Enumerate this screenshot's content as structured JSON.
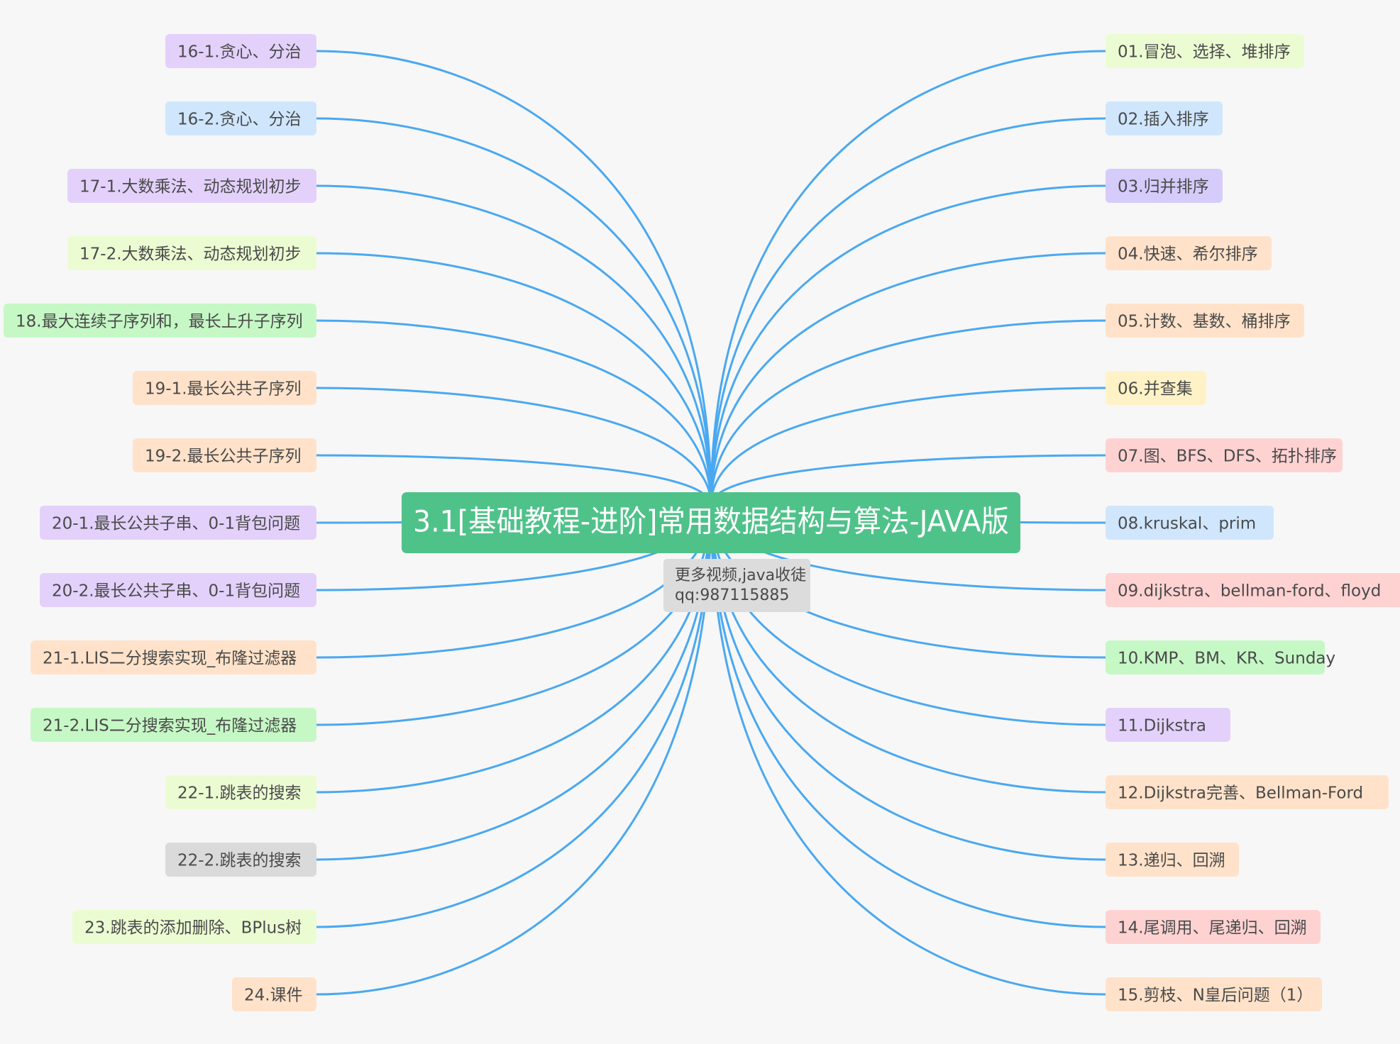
{
  "central": {
    "title": "3.1[基础教程-进阶]常用数据结构与算法-JAVA版"
  },
  "note": {
    "lines": [
      "更多视频,java收徒",
      "qq:987115885"
    ]
  },
  "colors": {
    "background": "#f7f7f7",
    "connector": "#4aa8f0",
    "central": "#4fc28a",
    "note": "#dcdcdc",
    "purple": "#e3d1fb",
    "blue": "#cfe6fd",
    "lavender": "#d5ccfb",
    "lime": "#ecfcd2",
    "green": "#c6f8c6",
    "peach": "#ffe2c9",
    "yellow": "#fff2c6",
    "pink": "#ffd2d2",
    "gray": "#dadada"
  },
  "left_nodes": [
    {
      "label": "16-1.贪心、分治",
      "color": "purple"
    },
    {
      "label": "16-2.贪心、分治",
      "color": "blue"
    },
    {
      "label": "17-1.大数乘法、动态规划初步",
      "color": "purple"
    },
    {
      "label": "17-2.大数乘法、动态规划初步",
      "color": "lime"
    },
    {
      "label": "18.最大连续子序列和，最长上升子序列",
      "color": "green"
    },
    {
      "label": "19-1.最长公共子序列",
      "color": "peach"
    },
    {
      "label": "19-2.最长公共子序列",
      "color": "peach"
    },
    {
      "label": "20-1.最长公共子串、0-1背包问题",
      "color": "purple"
    },
    {
      "label": "20-2.最长公共子串、0-1背包问题",
      "color": "purple"
    },
    {
      "label": "21-1.LIS二分搜索实现_布隆过滤器",
      "color": "peach"
    },
    {
      "label": "21-2.LIS二分搜索实现_布隆过滤器",
      "color": "green"
    },
    {
      "label": "22-1.跳表的搜索",
      "color": "lime"
    },
    {
      "label": "22-2.跳表的搜索",
      "color": "gray"
    },
    {
      "label": "23.跳表的添加删除、BPlus树",
      "color": "lime"
    },
    {
      "label": "24.课件",
      "color": "peach"
    }
  ],
  "right_nodes": [
    {
      "label": "01.冒泡、选择、堆排序",
      "color": "lime"
    },
    {
      "label": "02.插入排序",
      "color": "blue"
    },
    {
      "label": "03.归并排序",
      "color": "lavender"
    },
    {
      "label": "04.快速、希尔排序",
      "color": "peach"
    },
    {
      "label": "05.计数、基数、桶排序",
      "color": "peach"
    },
    {
      "label": "06.并查集",
      "color": "yellow"
    },
    {
      "label": "07.图、BFS、DFS、拓扑排序",
      "color": "pink"
    },
    {
      "label": "08.kruskal、prim",
      "color": "blue"
    },
    {
      "label": "09.dijkstra、bellman-ford、floyd",
      "color": "pink"
    },
    {
      "label": "10.KMP、BM、KR、Sunday",
      "color": "green"
    },
    {
      "label": "11.Dijkstra",
      "color": "purple"
    },
    {
      "label": "12.Dijkstra完善、Bellman-Ford",
      "color": "peach"
    },
    {
      "label": "13.递归、回溯",
      "color": "peach"
    },
    {
      "label": "14.尾调用、尾递归、回溯",
      "color": "pink"
    },
    {
      "label": "15.剪枝、N皇后问题（1）",
      "color": "peach"
    }
  ]
}
